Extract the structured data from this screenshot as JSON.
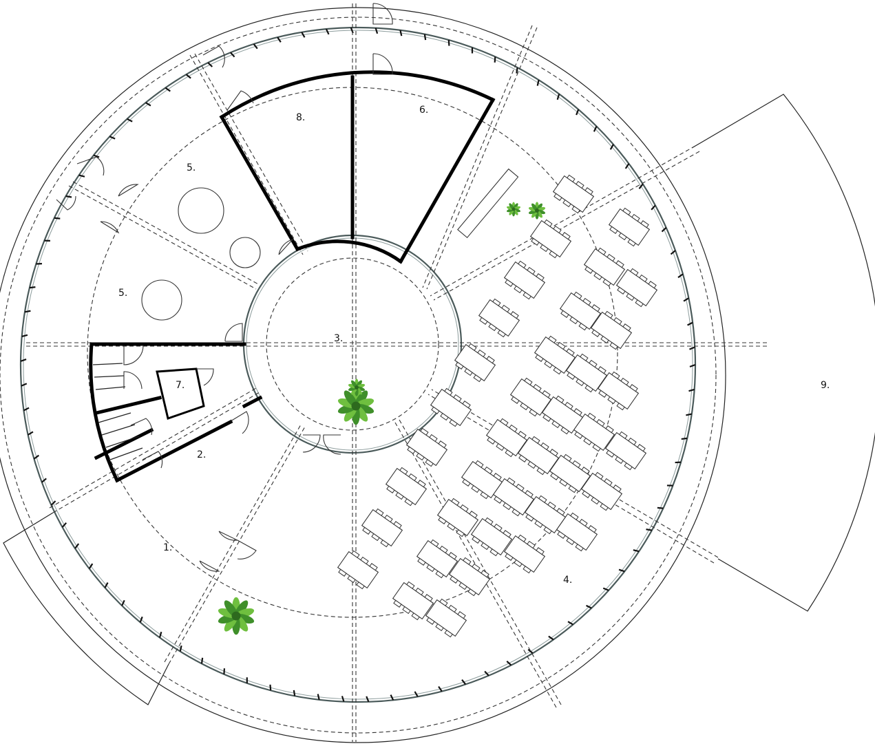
{
  "rooms": {
    "r1": "1.",
    "r2": "2.",
    "r3": "3.",
    "r4": "4.",
    "r5a": "5.",
    "r5b": "5.",
    "r6": "6.",
    "r7": "7.",
    "r8": "8.",
    "r9": "9."
  },
  "colors": {
    "wall": "#000000",
    "glazing": "#4a5a5a",
    "plant": "#3f8f2a"
  },
  "icons": [
    "plant-icon",
    "door-swing-icon",
    "table-icon",
    "stair-icon"
  ]
}
